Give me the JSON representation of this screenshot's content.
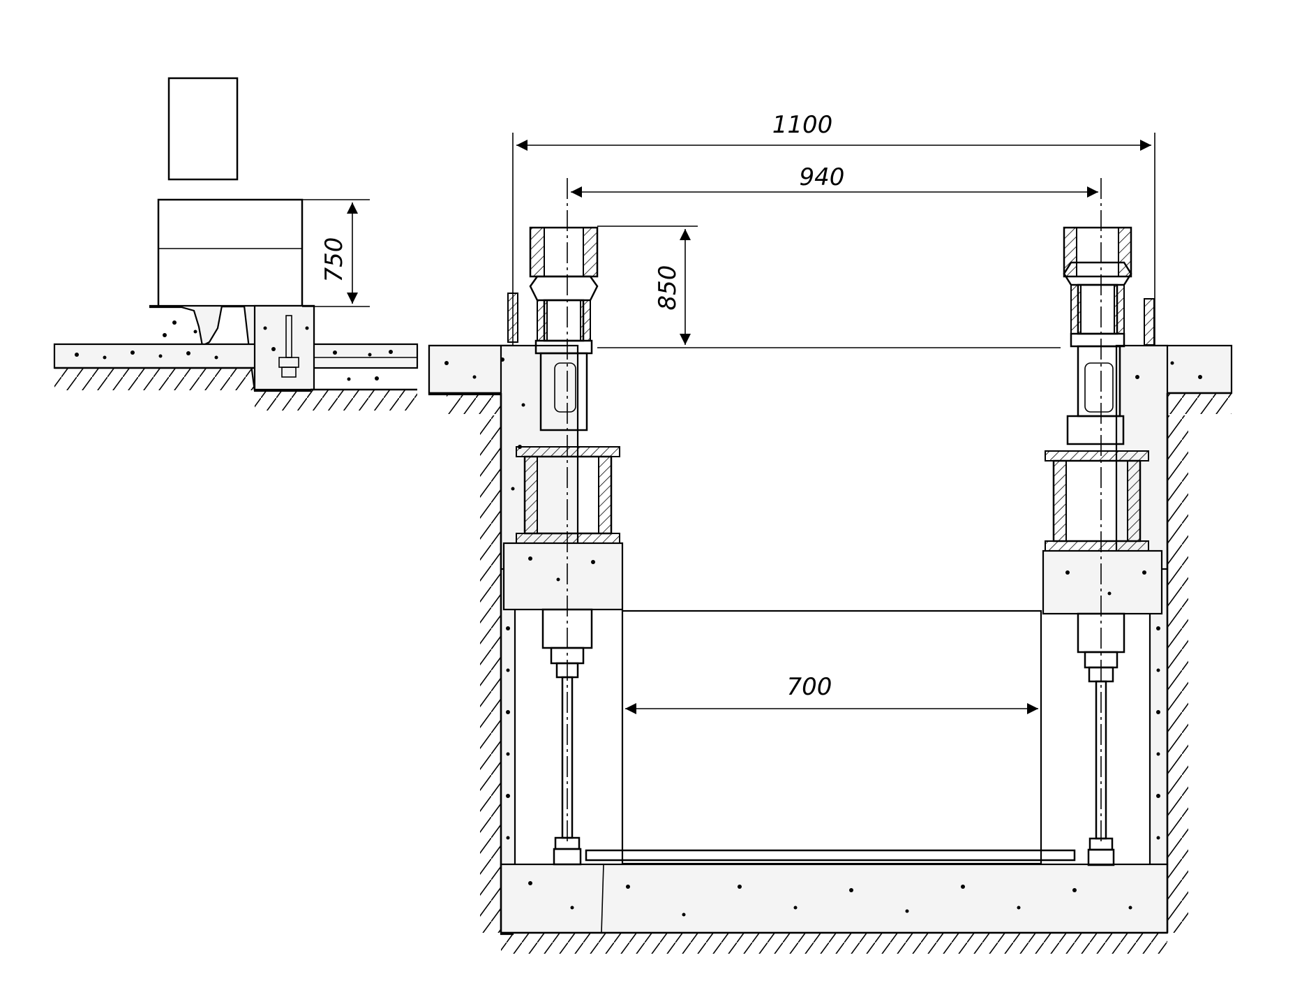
{
  "dimensions": {
    "overall_width": "1100",
    "column_spacing": "940",
    "inner_pit_width": "700",
    "column_height": "850",
    "side_height": "750"
  },
  "colors": {
    "ink": "#000000",
    "paper": "#ffffff",
    "concrete": "#f4f4f4"
  }
}
